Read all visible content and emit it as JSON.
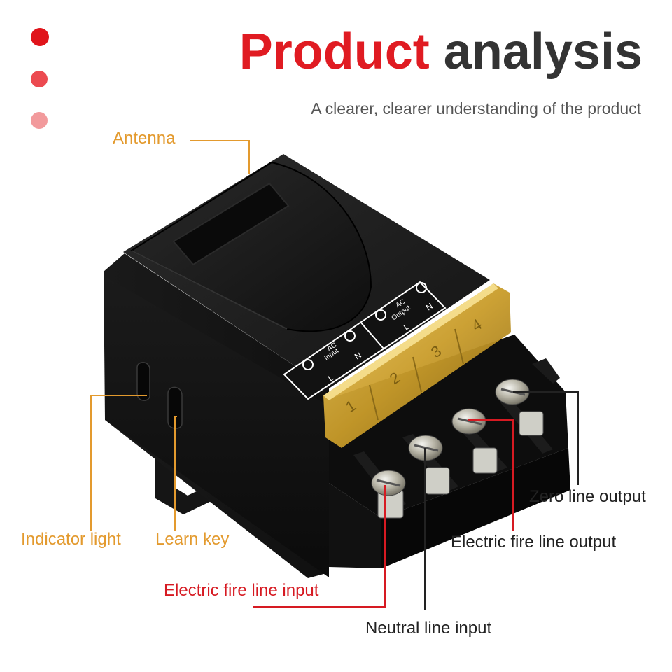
{
  "header": {
    "title_part1": "Product",
    "title_part2": "analysis",
    "subtitle": "A clearer, clearer understanding of the product",
    "title_part1_color": "#e01b22",
    "title_part2_color": "#333333"
  },
  "decor": {
    "dot_colors": [
      "#e0141b",
      "#ec4a50",
      "#f29a9c"
    ]
  },
  "device_markings": {
    "input_group_line1": "AC",
    "input_group_line2": "Input",
    "output_group_line1": "AC",
    "output_group_line2": "Output",
    "pin_l": "L",
    "pin_n": "N",
    "cover_digit_1": "1",
    "cover_digit_2": "2",
    "cover_digit_3": "3",
    "cover_digit_4": "4"
  },
  "callouts": {
    "antenna": "Antenna",
    "indicator_light": "Indicator light",
    "learn_key": "Learn key",
    "fire_input": "Electric fire line input",
    "neutral_input": "Neutral line input",
    "fire_output": "Electric fire line output",
    "zero_output": "Zero line output",
    "orange": "#e39a2e",
    "red": "#d61a22",
    "dark": "#222222"
  }
}
